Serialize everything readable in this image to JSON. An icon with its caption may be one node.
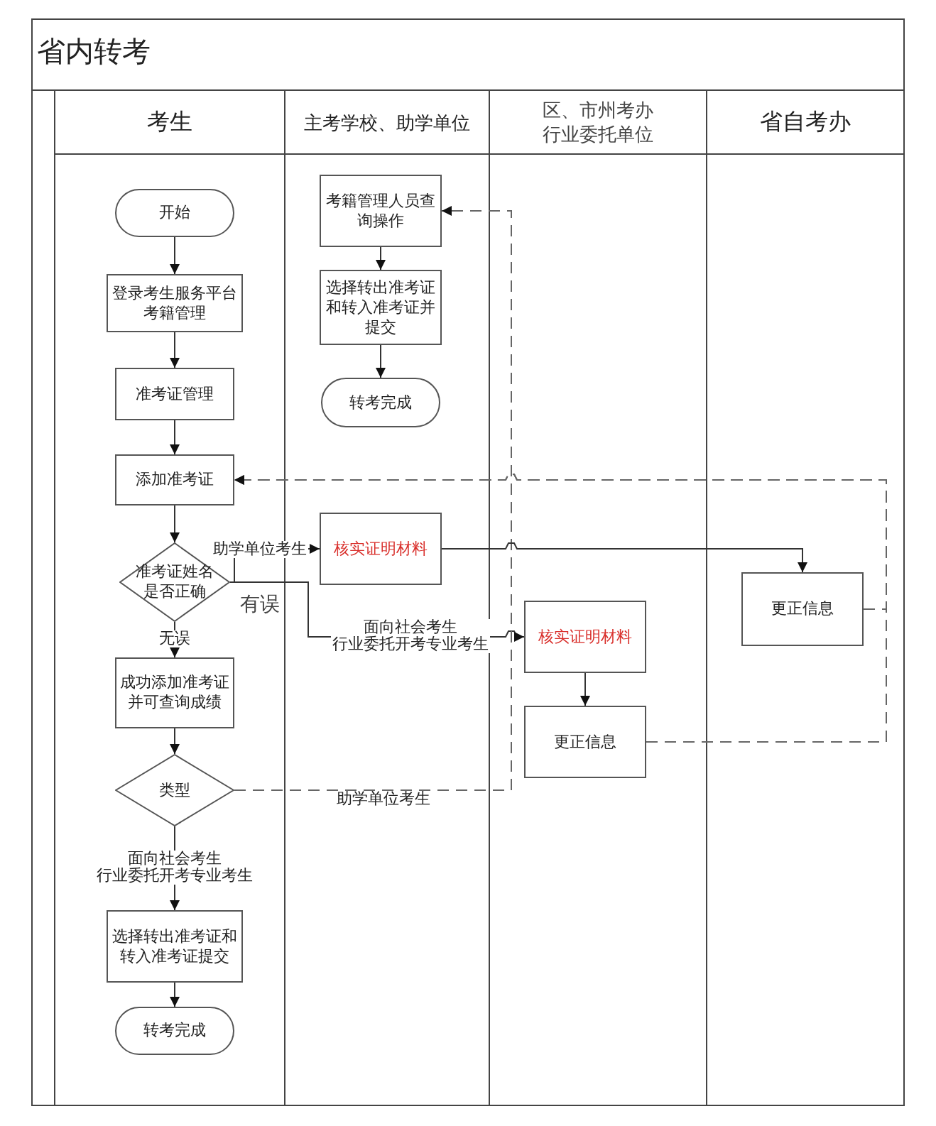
{
  "diagram": {
    "title": "省内转考",
    "nodes": [
      {
        "text": [
          "考生"
        ]
      },
      {
        "text": [
          "主考学校、助学单位"
        ]
      },
      {
        "text": [
          "区、市州考办行业委托单位"
        ]
      },
      {
        "text": [
          "省自考办"
        ]
      },
      {
        "text": [
          "开始"
        ],
        "in": 0
      },
      {
        "text": [
          "登录考生服务平台考籍管理"
        ],
        "in": 0
      },
      {
        "text": [
          "准考证管理"
        ],
        "in": 0
      },
      {
        "text": [
          "添加准考证"
        ],
        "in": 0
      },
      {
        "text": [
          "准考证姓名是否正确"
        ],
        "in": 0
      },
      {
        "text": [
          "成功添加准考证并可查询成绩"
        ],
        "in": 0
      },
      {
        "text": [
          "类型"
        ],
        "in": 0
      },
      {
        "text": [
          "选择转出准考证和转入准考证提交"
        ],
        "in": 0
      },
      {
        "text": [
          "转考完成"
        ],
        "in": 0
      },
      {
        "text": [
          "考籍管理人员查询操作"
        ],
        "in": 1
      },
      {
        "text": [
          "选择转出准考证和转入准考证并提交"
        ],
        "in": 1
      },
      {
        "text": [
          "转考完成"
        ],
        "in": 1
      },
      {
        "text": [
          "核实证明材料"
        ],
        "in": 1
      },
      {
        "text": [
          "核实证明材料"
        ],
        "in": 2
      },
      {
        "text": [
          "更正信息"
        ],
        "in": 2
      },
      {
        "text": [
          "更正信息"
        ],
        "in": 3
      }
    ],
    "edges": [
      {
        "from": 4,
        "to": 5,
        "arrow": "to"
      },
      {
        "from": 5,
        "to": 6,
        "arrow": "to"
      },
      {
        "from": 6,
        "to": 7,
        "arrow": "to"
      },
      {
        "from": 7,
        "to": 8,
        "arrow": "to"
      },
      {
        "from": 8,
        "to": 9,
        "arrow": "to",
        "label": "无误"
      },
      {
        "from": 8,
        "to": 16,
        "arrow": "to",
        "label": "助学单位考生"
      },
      {
        "from": 8,
        "to": 17,
        "arrow": "to",
        "label": "面向社会考生行业委托开考专业考生"
      },
      {
        "from": 9,
        "to": 10,
        "arrow": "to"
      },
      {
        "from": 10,
        "to": 11,
        "arrow": "to",
        "label": "面向社会考生行业委托开考专业考生"
      },
      {
        "from": 11,
        "to": 12,
        "arrow": "to"
      },
      {
        "from": 10,
        "to": 13,
        "arrow": "to",
        "label": "助学单位考生",
        "style": "dashed"
      },
      {
        "from": 13,
        "to": 14,
        "arrow": "to"
      },
      {
        "from": 14,
        "to": 15,
        "arrow": "to"
      },
      {
        "from": 16,
        "to": 19,
        "arrow": "to"
      },
      {
        "from": 17,
        "to": 18,
        "arrow": "to"
      },
      {
        "from": 18,
        "to": 7,
        "arrow": "to",
        "style": "dashed"
      },
      {
        "from": 19,
        "to": 7,
        "arrow": "to",
        "style": "dashed"
      }
    ],
    "labels": [
      "有误"
    ]
  }
}
